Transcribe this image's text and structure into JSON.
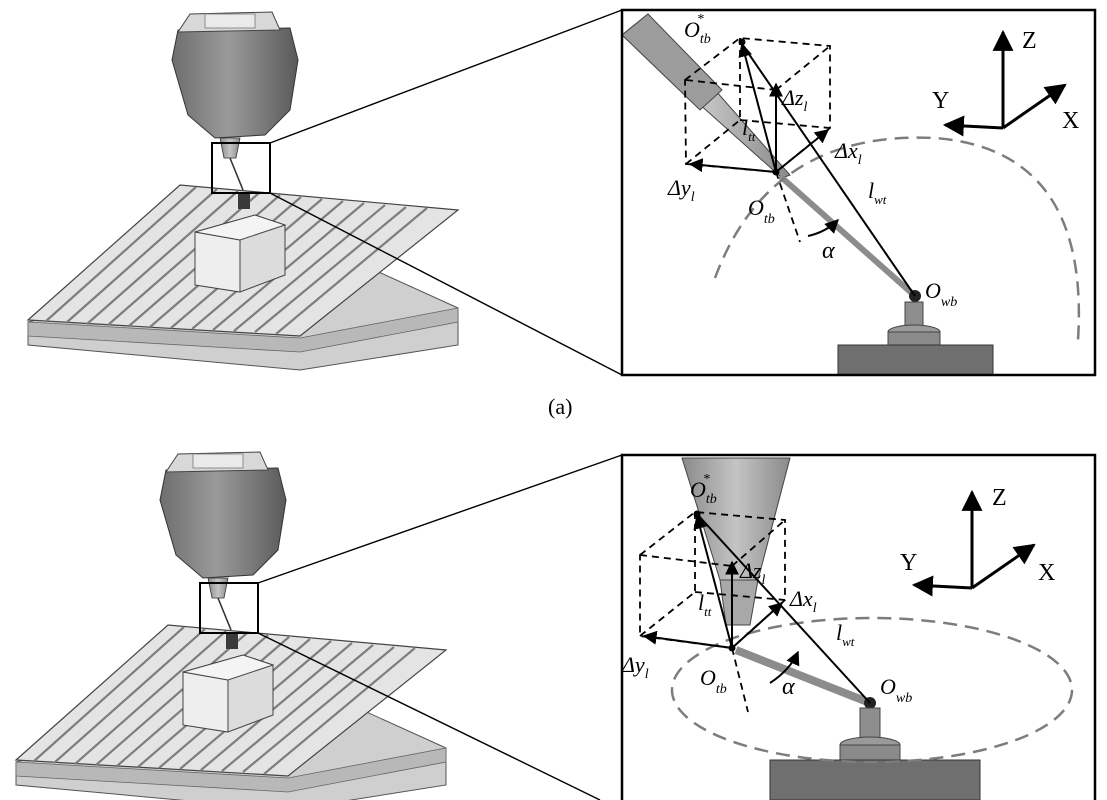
{
  "figure": {
    "panels": [
      {
        "caption": "(a)",
        "labels": {
          "o_tb_star": "O",
          "o_tb_star_sub": "tb",
          "o_tb_star_sup": "*",
          "o_tb": "O",
          "o_tb_sub": "tb",
          "o_wb": "O",
          "o_wb_sub": "wb",
          "dz": "Δz",
          "dz_sub": "l",
          "dx": "Δx",
          "dx_sub": "l",
          "dy": "Δy",
          "dy_sub": "l",
          "ltt": "l",
          "ltt_sub": "tt",
          "lwt": "l",
          "lwt_sub": "wt",
          "alpha": "α",
          "axis_z": "Z",
          "axis_y": "Y",
          "axis_x": "X"
        }
      },
      {
        "caption": "",
        "labels": {
          "o_tb_star": "O",
          "o_tb_star_sub": "tb",
          "o_tb_star_sup": "*",
          "o_tb": "O",
          "o_tb_sub": "tb",
          "o_wb": "O",
          "o_wb_sub": "wb",
          "dz": "Δz",
          "dz_sub": "l",
          "dx": "Δx",
          "dx_sub": "l",
          "dy": "Δy",
          "dy_sub": "l",
          "ltt": "l",
          "ltt_sub": "tt",
          "lwt": "l",
          "lwt_sub": "wt",
          "alpha": "α",
          "axis_z": "Z",
          "axis_y": "Y",
          "axis_x": "X"
        }
      }
    ]
  }
}
